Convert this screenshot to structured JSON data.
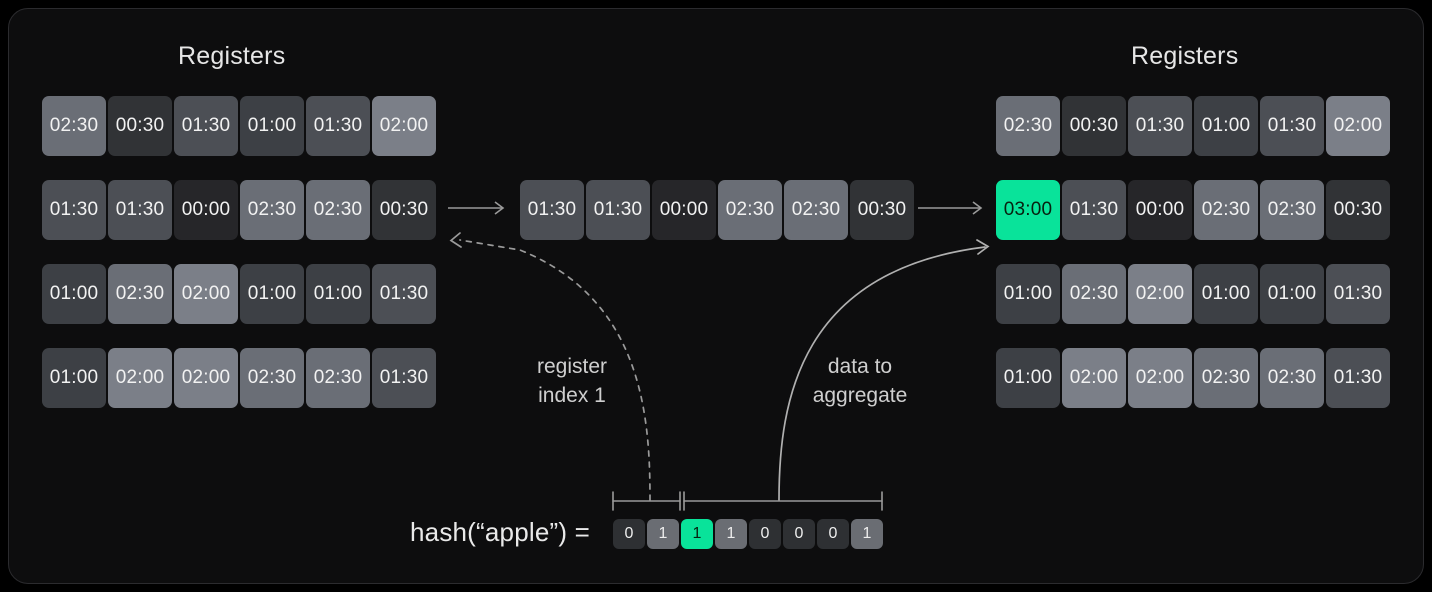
{
  "frame": {
    "bg": "#0d0d0e",
    "border": "#2b2b2e"
  },
  "colors": {
    "accent_green": "#09e39a",
    "text_primary": "#f2f2f2",
    "text_muted": "#cfcfcf",
    "line": "#9a9a9a"
  },
  "left_panel": {
    "heading": "Registers",
    "rows": [
      [
        "02:30",
        "00:30",
        "01:30",
        "01:00",
        "01:30",
        "02:00"
      ],
      [
        "01:30",
        "01:30",
        "00:00",
        "02:30",
        "02:30",
        "00:30"
      ],
      [
        "01:00",
        "02:30",
        "02:00",
        "01:00",
        "01:00",
        "01:30"
      ],
      [
        "01:00",
        "02:00",
        "02:00",
        "02:30",
        "02:30",
        "01:30"
      ]
    ],
    "highlight": null
  },
  "right_panel": {
    "heading": "Registers",
    "rows": [
      [
        "02:30",
        "00:30",
        "01:30",
        "01:00",
        "01:30",
        "02:00"
      ],
      [
        "03:00",
        "01:30",
        "00:00",
        "02:30",
        "02:30",
        "00:30"
      ],
      [
        "01:00",
        "02:30",
        "02:00",
        "01:00",
        "01:00",
        "01:30"
      ],
      [
        "01:00",
        "02:00",
        "02:00",
        "02:30",
        "02:30",
        "01:30"
      ]
    ],
    "highlight": {
      "row": 1,
      "col": 0,
      "value": "03:00"
    }
  },
  "middle_row": {
    "values": [
      "01:30",
      "01:30",
      "00:00",
      "02:30",
      "02:30",
      "00:30"
    ]
  },
  "arrows": {
    "left_to_middle": "arrow-right-icon",
    "middle_to_right": "arrow-right-icon"
  },
  "annotations": {
    "register_index": "register\nindex 1",
    "data_to_aggregate": "data to\naggregate"
  },
  "hash": {
    "label": "hash(“apple”) =",
    "bits": [
      "0",
      "1",
      "1",
      "1",
      "0",
      "0",
      "0",
      "1"
    ],
    "highlight_index": 2,
    "brackets": [
      {
        "name": "index-bracket",
        "from_bit": 0,
        "to_bit": 1
      },
      {
        "name": "data-bracket",
        "from_bit": 2,
        "to_bit": 7
      }
    ]
  },
  "value_shades": {
    "00:00": "#262629",
    "00:30": "#313336",
    "01:00": "#3d4045",
    "01:30": "#4c4f55",
    "02:00": "#7b7f88",
    "02:30": "#6a6e76"
  }
}
